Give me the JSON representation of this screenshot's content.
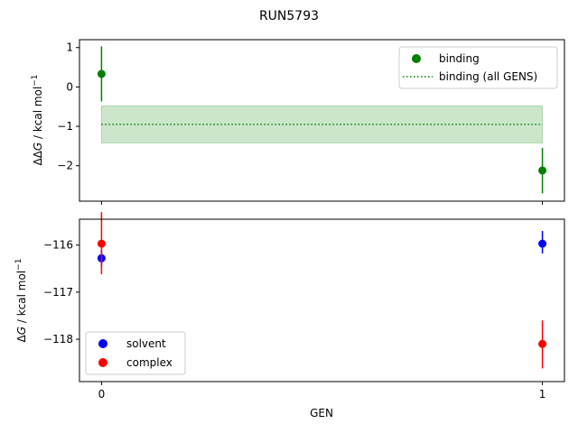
{
  "chart_data": {
    "title": "RUN5793",
    "xlabel": "GEN",
    "x_ticks": [
      0,
      1
    ],
    "x_range": [
      -0.05,
      1.05
    ],
    "panels": [
      {
        "type": "scatter",
        "ylabel_prefix": "ΔΔ",
        "ylabel_var": "G",
        "ylabel_unit": " / kcal mol",
        "ylabel_sup": "−1",
        "ylim": [
          -2.9,
          1.2
        ],
        "y_ticks": [
          1,
          0,
          -1,
          -2
        ],
        "y_tick_labels": [
          "1",
          "0",
          "−1",
          "−2"
        ],
        "series": [
          {
            "name": "binding",
            "color": "#008000",
            "points": [
              {
                "x": 0,
                "y": 0.33,
                "err_low": -0.37,
                "err_high": 1.03
              },
              {
                "x": 1,
                "y": -2.12,
                "err_low": -2.7,
                "err_high": -1.55
              }
            ]
          }
        ],
        "band": {
          "name": "binding (all GENS)",
          "color": "#008000",
          "x_from": 0,
          "x_to": 1,
          "center": -0.95,
          "low": -1.42,
          "high": -0.48
        },
        "legend": {
          "position": "upper right",
          "entries": [
            "binding",
            "binding (all GENS)"
          ]
        }
      },
      {
        "type": "scatter",
        "ylabel_prefix": "Δ",
        "ylabel_var": "G",
        "ylabel_unit": " / kcal mol",
        "ylabel_sup": "−1",
        "ylim": [
          -118.9,
          -115.45
        ],
        "y_ticks": [
          -116,
          -117,
          -118
        ],
        "y_tick_labels": [
          "−116",
          "−117",
          "−118"
        ],
        "series": [
          {
            "name": "solvent",
            "color": "#0000ff",
            "points": [
              {
                "x": 0,
                "y": -116.28,
                "err_low": -116.45,
                "err_high": -116.1
              },
              {
                "x": 1,
                "y": -115.97,
                "err_low": -116.18,
                "err_high": -115.7
              }
            ]
          },
          {
            "name": "complex",
            "color": "#ff0000",
            "points": [
              {
                "x": 0,
                "y": -115.97,
                "err_low": -116.62,
                "err_high": -115.3
              },
              {
                "x": 1,
                "y": -118.1,
                "err_low": -118.62,
                "err_high": -117.6
              }
            ]
          }
        ],
        "legend": {
          "position": "lower left",
          "entries": [
            "solvent",
            "complex"
          ]
        }
      }
    ]
  }
}
